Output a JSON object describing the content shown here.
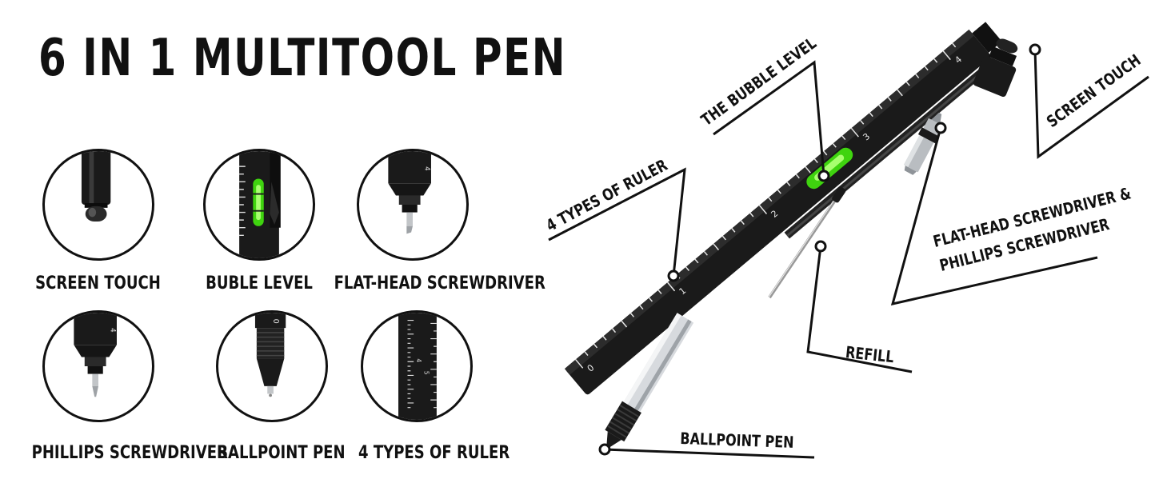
{
  "title": "6 IN 1 MULTITOOL PEN",
  "features": [
    {
      "label": "SCREEN TOUCH",
      "icon": "screen-touch-icon"
    },
    {
      "label": "BUBLE LEVEL",
      "icon": "bubble-level-icon"
    },
    {
      "label": "FLAT-HEAD SCREWDRIVER",
      "icon": "flat-head-screwdriver-icon"
    },
    {
      "label": "PHILLIPS SCREWDRIVER",
      "icon": "phillips-screwdriver-icon"
    },
    {
      "label": "BALLPOINT PEN",
      "icon": "ballpoint-pen-icon"
    },
    {
      "label": "4 TYPES OF RULER",
      "icon": "ruler-icon"
    }
  ],
  "callouts": {
    "bubble_level": "THE BUBBLE LEVEL",
    "ruler": "4 TYPES OF RULER",
    "screen_touch": "SCREEN TOUCH",
    "screwdriver_line1": "FLAT-HEAD SCREWDRIVER &",
    "screwdriver_line2": "PHILLIPS SCREWDRIVER",
    "refill": "REFILL",
    "ballpoint": "BALLPOINT PEN"
  },
  "ruler_marks": [
    "0",
    "1",
    "2",
    "3",
    "4"
  ],
  "colors": {
    "pen_body": "#1a1a1a",
    "level_green": "#3fd40f",
    "line": "#111111",
    "metal": "#b9bdc1"
  }
}
